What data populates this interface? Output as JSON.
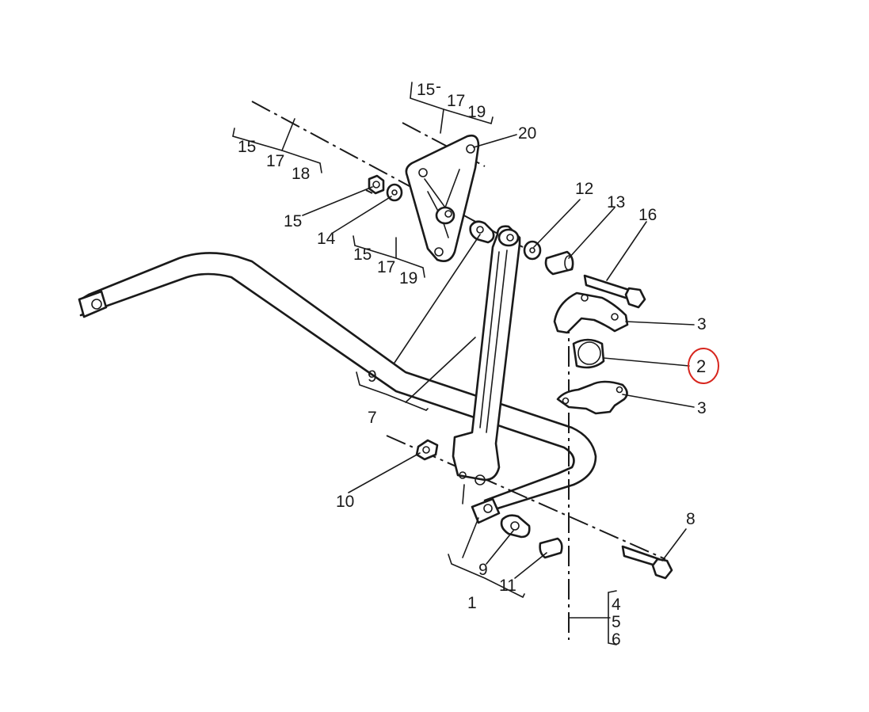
{
  "diagram": {
    "highlight_color": "#d7261e",
    "line_color": "#1a1a1a",
    "callouts": {
      "c20": "20",
      "c12": "12",
      "c13": "13",
      "c16": "16",
      "c15": "15",
      "c14": "14",
      "c3a": "3",
      "c2": "2",
      "c3b": "3",
      "c9a": "9",
      "c7": "7",
      "c10": "10",
      "c8": "8",
      "c9b": "9",
      "c11": "11",
      "c1": "1"
    },
    "group_refs": {
      "g_top_right": [
        "15",
        "17",
        "19"
      ],
      "g_top_left": [
        "15",
        "17",
        "18"
      ],
      "g_mid": [
        "15",
        "17",
        "19"
      ],
      "g_bottom_right": [
        "4",
        "5",
        "6"
      ]
    }
  }
}
